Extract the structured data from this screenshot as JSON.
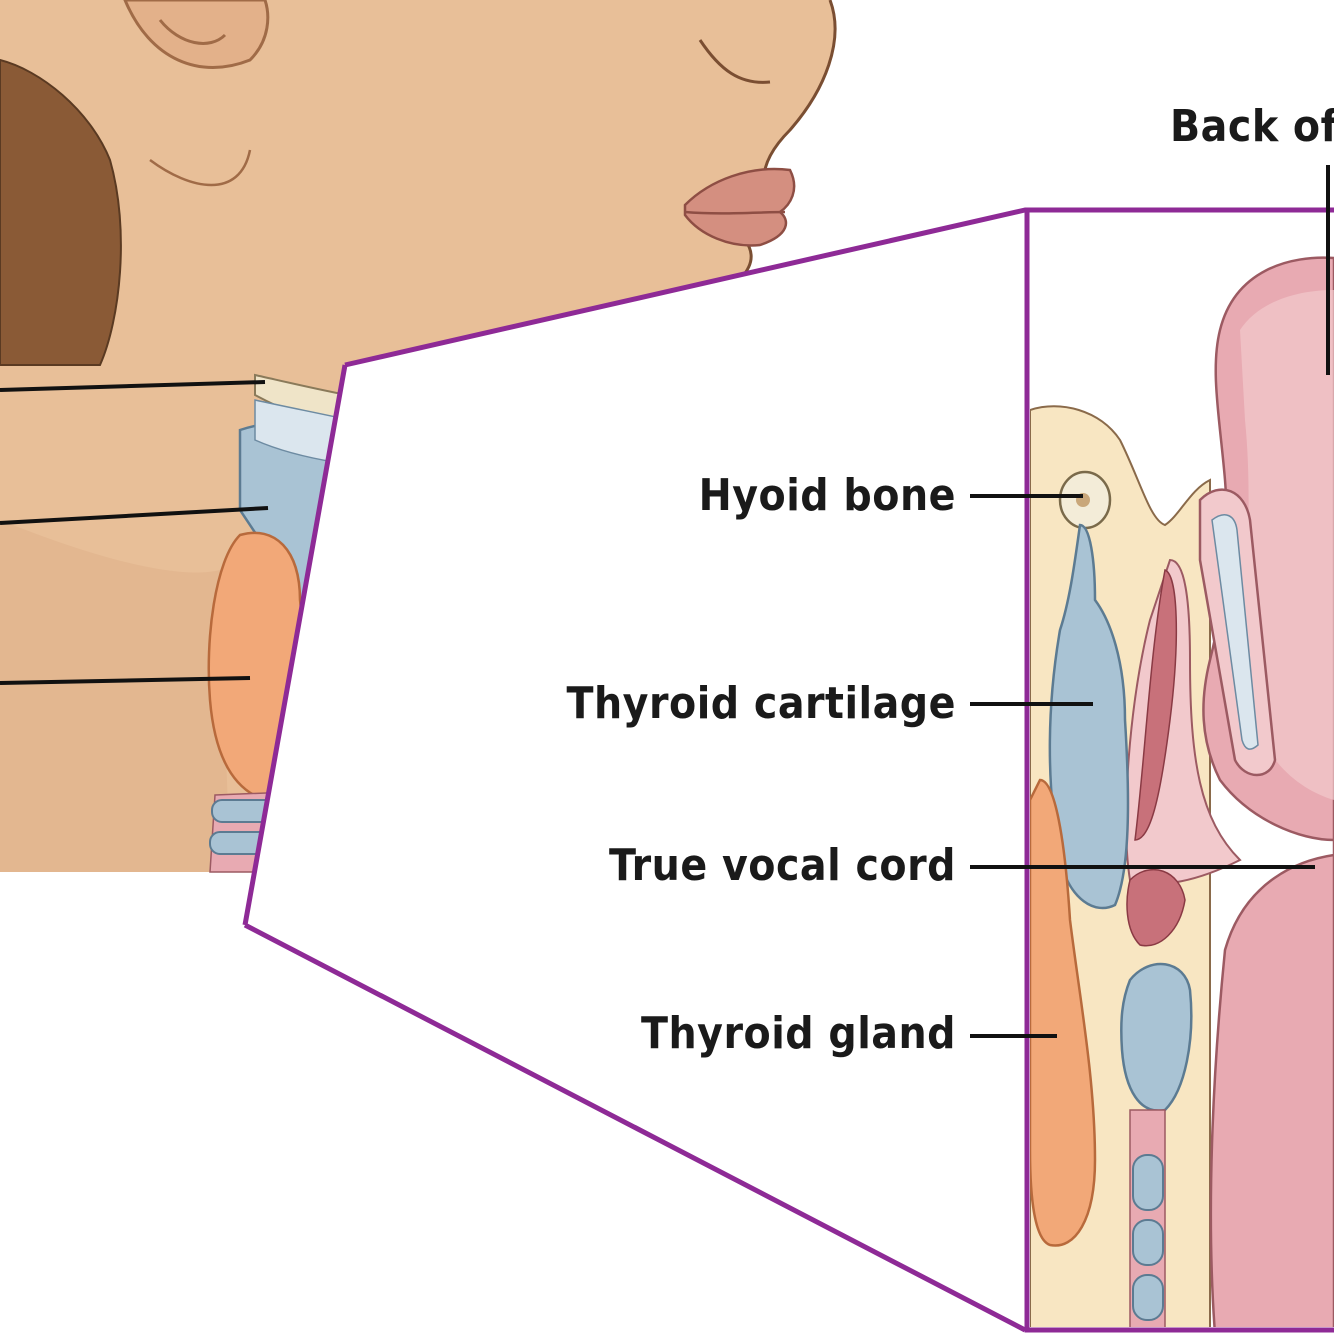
{
  "labels": {
    "back_of": "Back of",
    "hyoid_bone": "Hyoid bone",
    "thyroid_cartilage": "Thyroid cartilage",
    "true_vocal_cord": "True vocal cord",
    "thyroid_gland": "Thyroid gland"
  },
  "colors": {
    "skin": "#e8bf98",
    "skin_shadow": "#d9a57c",
    "hair": "#8a5a36",
    "lips": "#d48f80",
    "cartilage_blue": "#a9c3d4",
    "cartilage_light": "#dbe6ee",
    "thyroid_orange": "#f2a878",
    "tissue_pink": "#e8aab2",
    "tissue_light": "#f2c9cc",
    "muscle_red": "#c8717a",
    "cream": "#f8e6c2",
    "frame_purple": "#8e2a96",
    "leader_line": "#111111"
  }
}
